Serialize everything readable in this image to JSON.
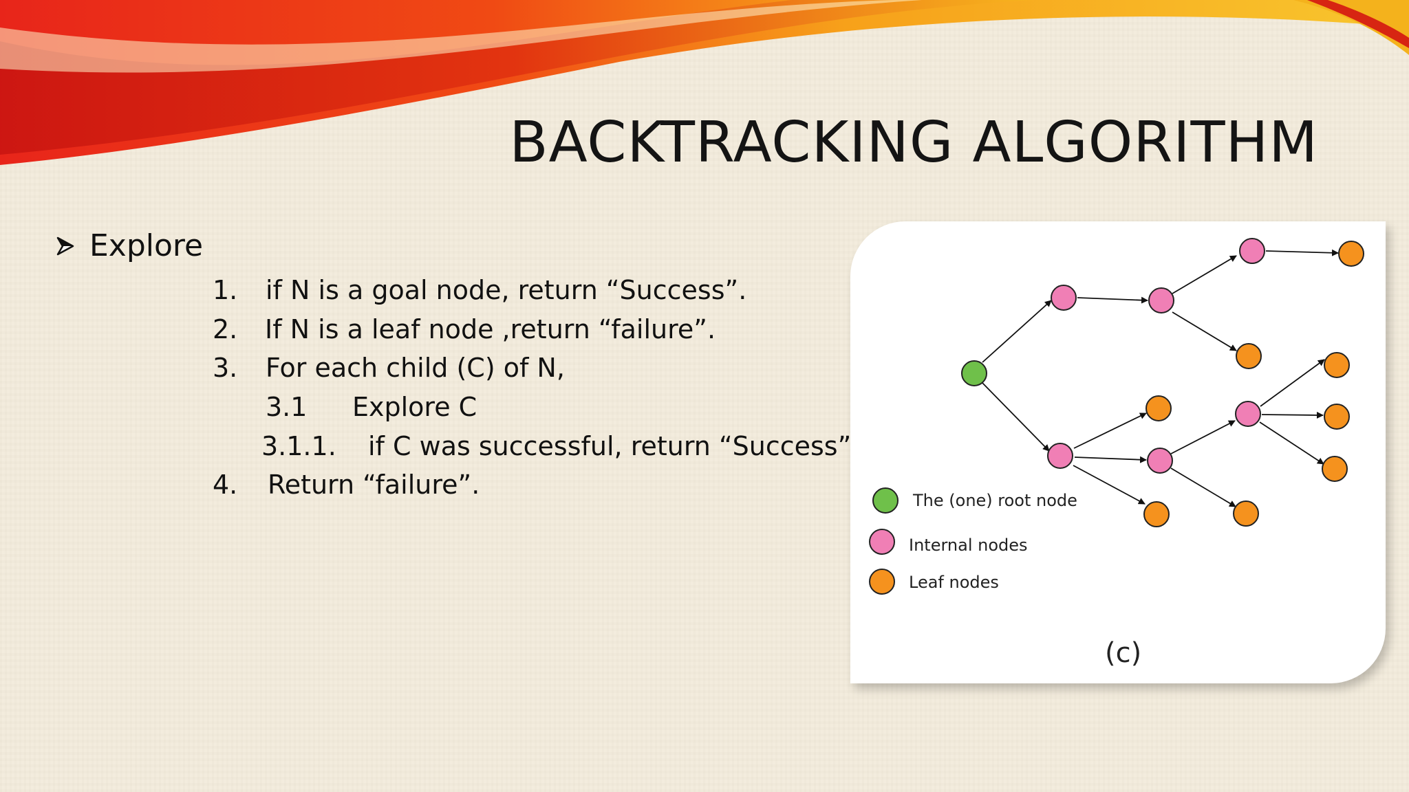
{
  "slide": {
    "title": "BACKTRACKING ALGORITHM",
    "bullet": "Explore",
    "steps": [
      {
        "num": "1.",
        "text": "if N is a goal node, return “Success”."
      },
      {
        "num": "2.",
        "text": "If N is a leaf node ,return “failure”."
      },
      {
        "num": "3.",
        "text": "For each child (C) of N,"
      },
      {
        "num": "3.1",
        "text": "Explore C"
      },
      {
        "num": "3.1.1.",
        "text": "if C was successful, return “Success”."
      },
      {
        "num": "4.",
        "text": "Return “failure”."
      }
    ]
  },
  "figure": {
    "legend": [
      {
        "label": "The (one) root node",
        "color": "#6fc04a"
      },
      {
        "label": "Internal nodes",
        "color": "#f07fb5"
      },
      {
        "label": "Leaf nodes",
        "color": "#f5921e"
      }
    ],
    "caption": "(c)"
  },
  "colors": {
    "background": "#f3ecdc",
    "accent_red": "#e02a12",
    "accent_orange": "#f7a11a",
    "root": "#6fc04a",
    "internal": "#f07fb5",
    "leaf": "#f5921e"
  }
}
